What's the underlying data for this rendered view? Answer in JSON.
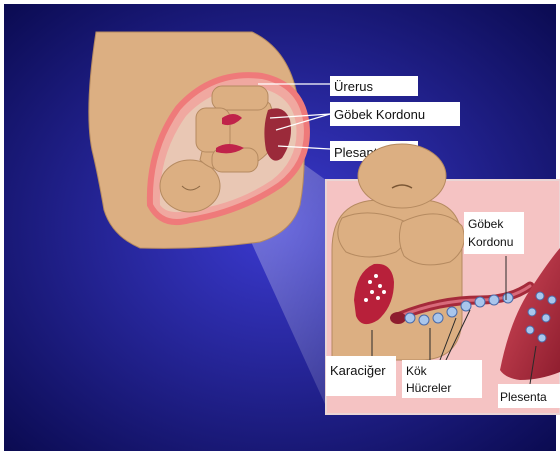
{
  "colors": {
    "background_dark": "#0b0b52",
    "background_light": "#3b3ad0",
    "skin": "#dcaf82",
    "skin_outline": "#b58a60",
    "uterus": "#ef8a8a",
    "inset_bg": "#f5c3c3",
    "cord": "#a52a3a",
    "stem_cell": "#a9c6ec"
  },
  "overview_labels": {
    "uterus": "Ürerus",
    "cord": "Göbek Kordonu",
    "placenta": "Plesanta"
  },
  "detail_labels": {
    "cord_line1": "Göbek",
    "cord_line2": "Kordonu",
    "liver": "Karaciğer",
    "stem_line1": "Kök",
    "stem_line2": "Hücreler",
    "placenta": "Plesenta"
  }
}
